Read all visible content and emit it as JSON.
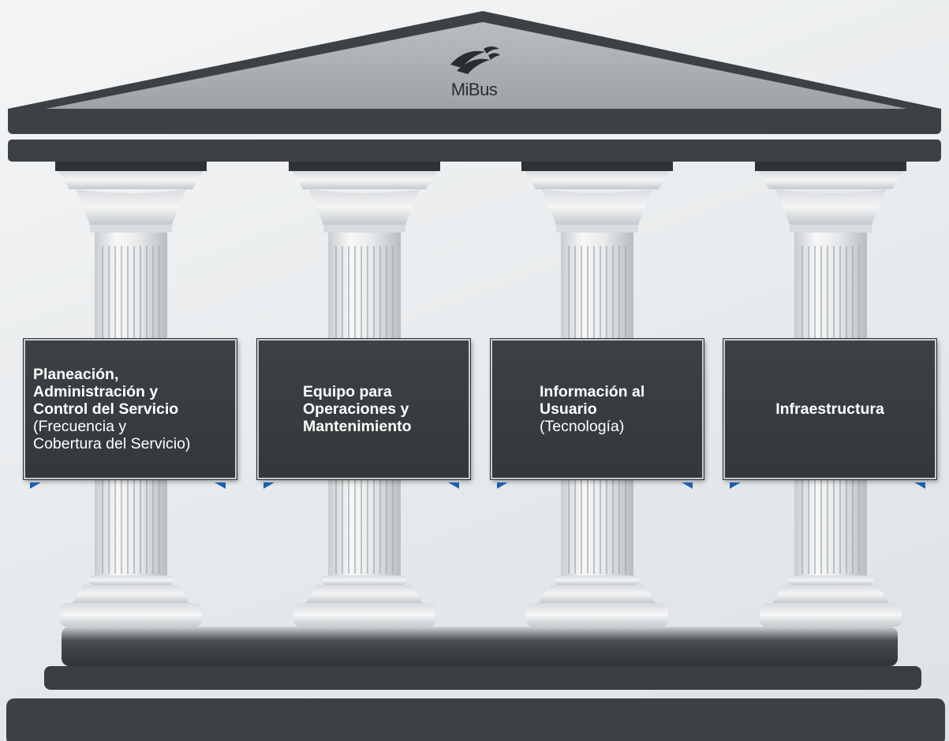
{
  "brand": {
    "name": "MiBus",
    "icon": "wave-swoosh-logo-icon"
  },
  "pillars": [
    {
      "title_lines": [
        "Planeación,",
        "Administración y",
        "Control del Servicio"
      ],
      "subtitle_lines": [
        "(Frecuencia y",
        "Cobertura del Servicio)"
      ]
    },
    {
      "title_lines": [
        "Equipo para",
        "Operaciones y",
        "Mantenimiento"
      ],
      "subtitle_lines": []
    },
    {
      "title_lines": [
        "Información al",
        "Usuario"
      ],
      "subtitle_lines": [
        "(Tecnología)"
      ]
    },
    {
      "title_lines": [
        "Infraestructura"
      ],
      "subtitle_lines": []
    }
  ],
  "colors": {
    "roof": "#3d4144",
    "roof_face": "#aeb2b5",
    "box_fill": "#383c3f",
    "box_border": "#c9cccf",
    "accent_tab": "#1d5fae",
    "column": "#e6e8ea"
  }
}
